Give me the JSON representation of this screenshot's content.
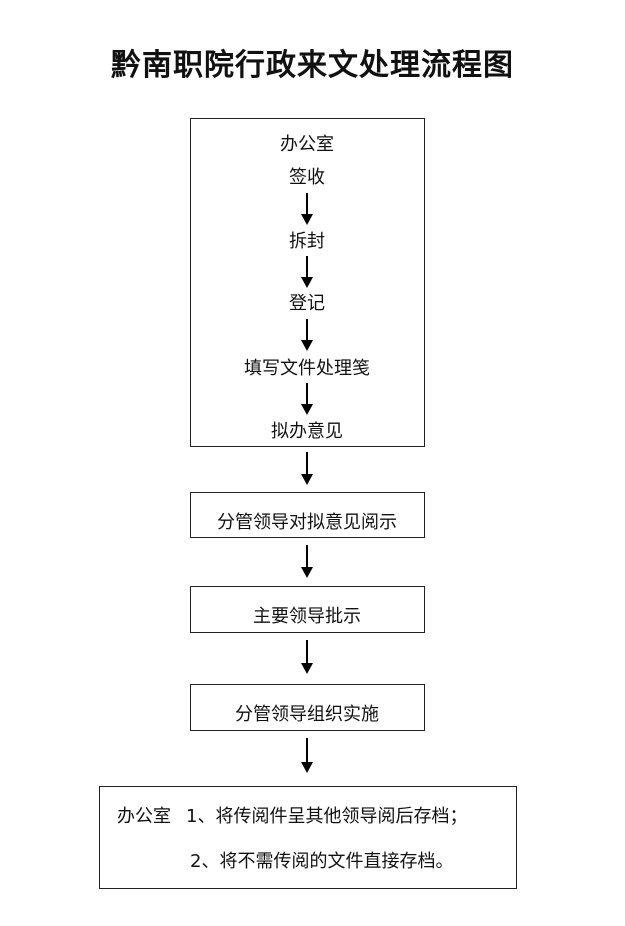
{
  "title": "黔南职院行政来文处理流程图",
  "office_box": {
    "dept": "办公室",
    "steps": [
      "签收",
      "拆封",
      "登记",
      "填写文件处理笺",
      "拟办意见"
    ]
  },
  "steps": [
    "分管领导对拟意见阅示",
    "主要领导批示",
    "分管领导组织实施"
  ],
  "final_box": {
    "dept": "办公室",
    "line1": "1、将传阅件呈其他领导阅后存档；",
    "line2": "2、将不需传阅的文件直接存档。"
  }
}
